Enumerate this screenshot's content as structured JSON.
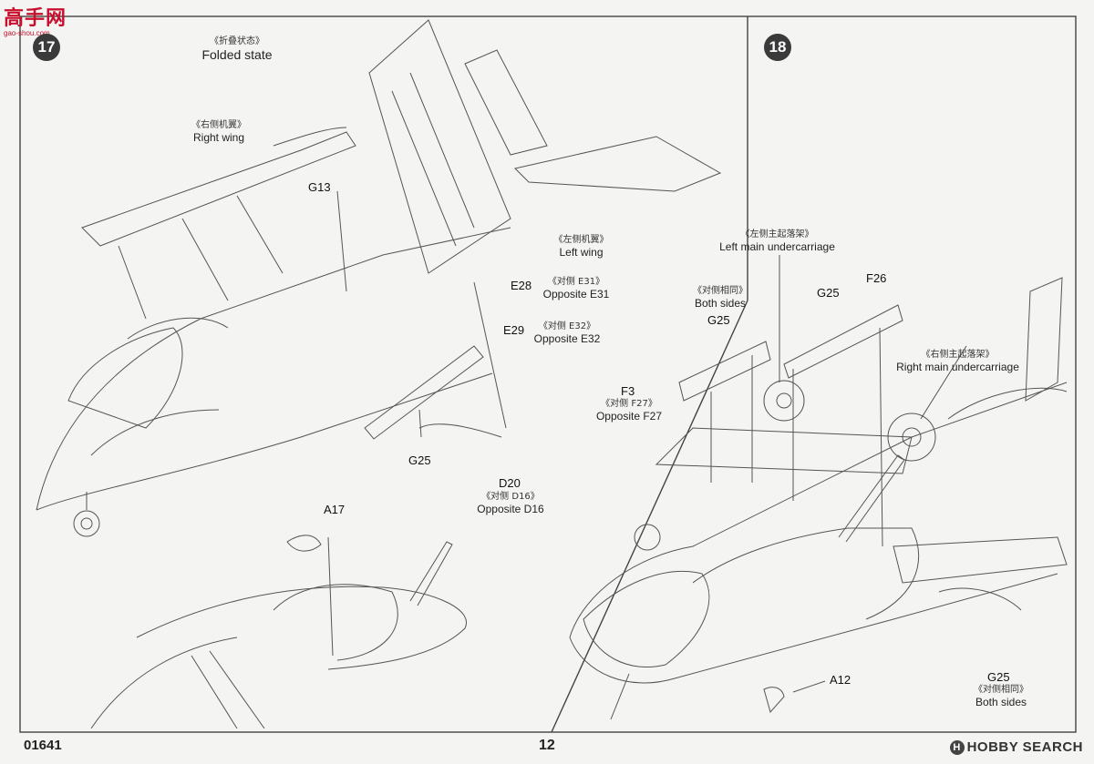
{
  "watermark": {
    "brand": "高手网",
    "domain": "gao-shou.com"
  },
  "steps": {
    "s17": {
      "number": "17",
      "folded_cn": "《折叠状态》",
      "folded_en": "Folded state",
      "rwing_cn": "《右侧机翼》",
      "rwing_en": "Right wing",
      "lwing_cn": "《左侧机翼》",
      "lwing_en": "Left wing",
      "g13": "G13",
      "e28": "E28",
      "e28_cn": "《对侧 E31》",
      "e28_en": "Opposite E31",
      "e29": "E29",
      "e29_cn": "《对侧 E32》",
      "e29_en": "Opposite E32",
      "g25": "G25",
      "d20": "D20",
      "d20_cn": "《对侧 D16》",
      "d20_en": "Opposite D16",
      "a17": "A17"
    },
    "s18": {
      "number": "18",
      "lmain_cn": "《左侧主起落架》",
      "lmain_en": "Left main undercarriage",
      "both_cn": "《对侧相同》",
      "both_en": "Both sides",
      "g25a": "G25",
      "g25b": "G25",
      "f26": "F26",
      "f3": "F3",
      "f3_cn": "《对侧 F27》",
      "f3_en": "Opposite F27",
      "rmain_cn": "《右侧主起落架》",
      "rmain_en": "Right main undercarriage",
      "a12": "A12",
      "g25c": "G25",
      "both2_cn": "《对侧相同》",
      "both2_en": "Both sides"
    }
  },
  "footer": {
    "code": "01641",
    "page": "12",
    "brand": "HOBBY SEARCH",
    "brand_icon": "H"
  }
}
